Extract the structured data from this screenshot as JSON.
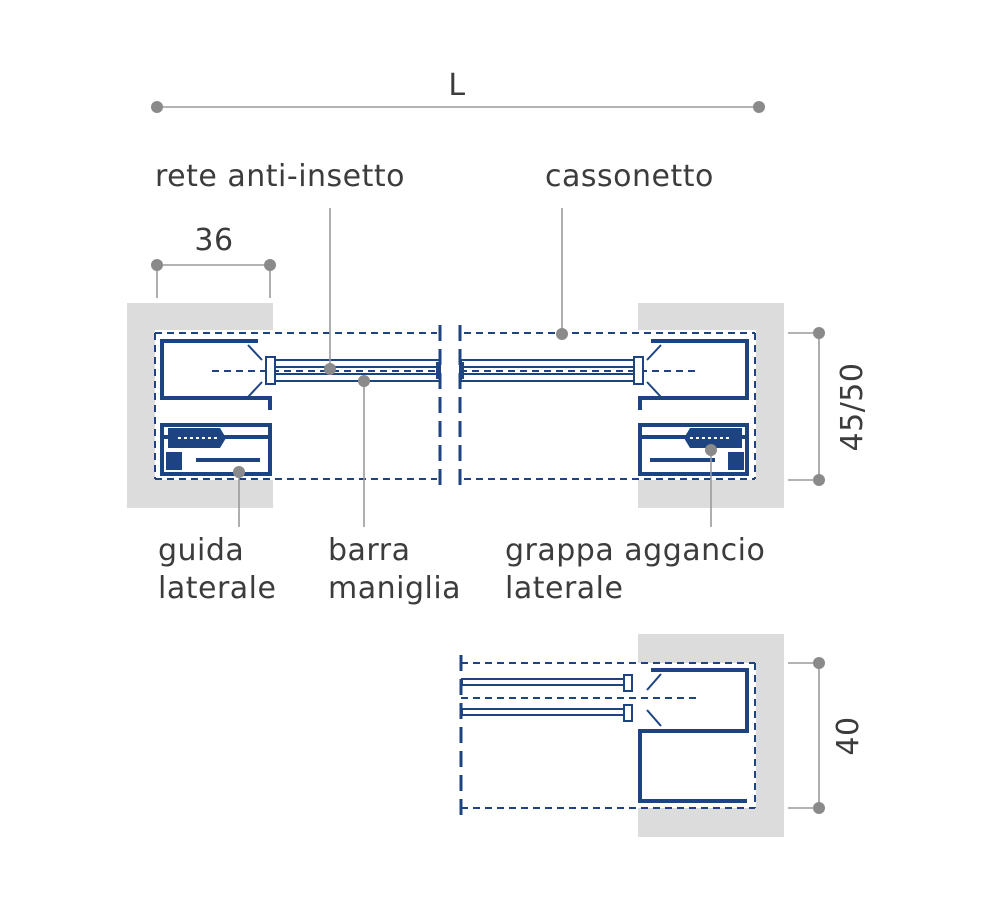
{
  "dimensions": {
    "total_width": "L",
    "guide_width": "36",
    "height_top": "45/50",
    "height_bottom": "40"
  },
  "labels": {
    "rete": "rete anti-insetto",
    "cassonetto": "cassonetto",
    "guida_line1": "guida",
    "guida_line2": "laterale",
    "barra_line1": "barra",
    "barra_line2": "maniglia",
    "grappa_line1": "grappa aggancio",
    "grappa_line2": "laterale"
  },
  "colors": {
    "profile": "#1d4380",
    "wall": "#dcdcdc",
    "dimension": "#9a9a9a",
    "text": "#3c3c3c"
  }
}
